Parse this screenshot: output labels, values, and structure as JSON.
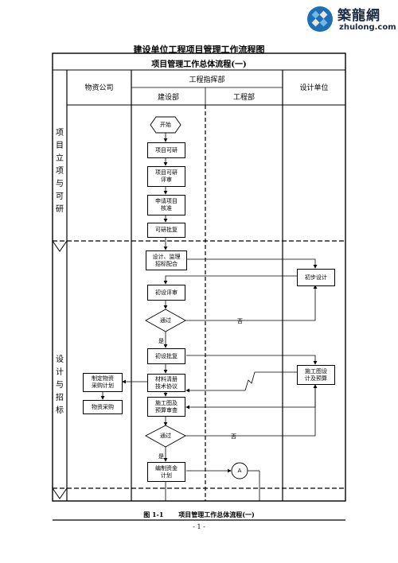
{
  "logo": {
    "chinese": "築龍網",
    "url": "zhulong.com"
  },
  "document": {
    "title": "建设单位工程项目管理工作流程图",
    "table_title": "项目管理工作总体流程(一)",
    "caption_num": "图 1-1",
    "caption_text": "项目管理工作总体流程(一)",
    "page_number": "- 1 -"
  },
  "columns": {
    "materials": "物资公司",
    "command": "工程指挥部",
    "construction": "建设部",
    "engineering": "工程部",
    "design": "设计单位"
  },
  "phases": {
    "phase1": "项目立项与可研",
    "phase2": "设计与招标"
  },
  "nodes": {
    "start": "开始",
    "feasibility": "项目可研",
    "feasibility_review": "项目可研\n评审",
    "apply_approval": "申请项目\n核准",
    "feasibility_approval": "可研批复",
    "bidding": "设计、监理\n招标配合",
    "prelim_design": "初步设计",
    "prelim_review": "初设评审",
    "pass1": "通过",
    "no1": "否",
    "yes1": "是",
    "prelim_approval": "初设批复",
    "construction_design": "施工图设\n计及预算",
    "material_list": "材料清册\n技术协议",
    "purchase_plan": "制定物资\n采购计划",
    "purchase": "物资采购",
    "drawing_review": "施工图及\n预算审查",
    "pass2": "通过",
    "no2": "否",
    "yes2": "是",
    "fund_plan": "编制资金\n计划",
    "connector_a": "A"
  }
}
